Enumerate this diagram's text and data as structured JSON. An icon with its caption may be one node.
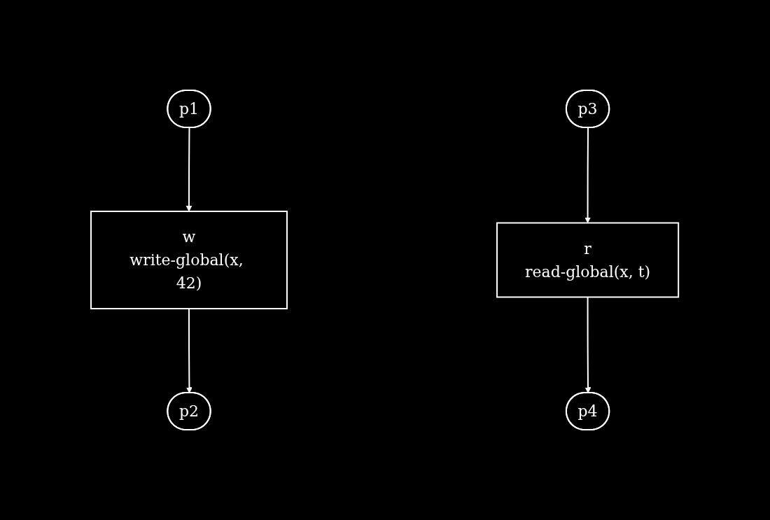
{
  "diagram": {
    "nodes": [
      {
        "text": [
          "p1"
        ]
      },
      {
        "text": [
          "w",
          "write-global(x, 42)"
        ]
      },
      {
        "text": [
          "p2"
        ]
      },
      {
        "text": [
          "p3"
        ]
      },
      {
        "text": [
          "r",
          "read-global(x, t)"
        ]
      },
      {
        "text": [
          "p4"
        ]
      }
    ],
    "edges": [
      {
        "from": 0,
        "to": 1,
        "arrow": "to"
      },
      {
        "from": 1,
        "to": 2,
        "arrow": "to"
      },
      {
        "from": 3,
        "to": 4,
        "arrow": "to"
      },
      {
        "from": 4,
        "to": 5,
        "arrow": "to"
      }
    ]
  }
}
